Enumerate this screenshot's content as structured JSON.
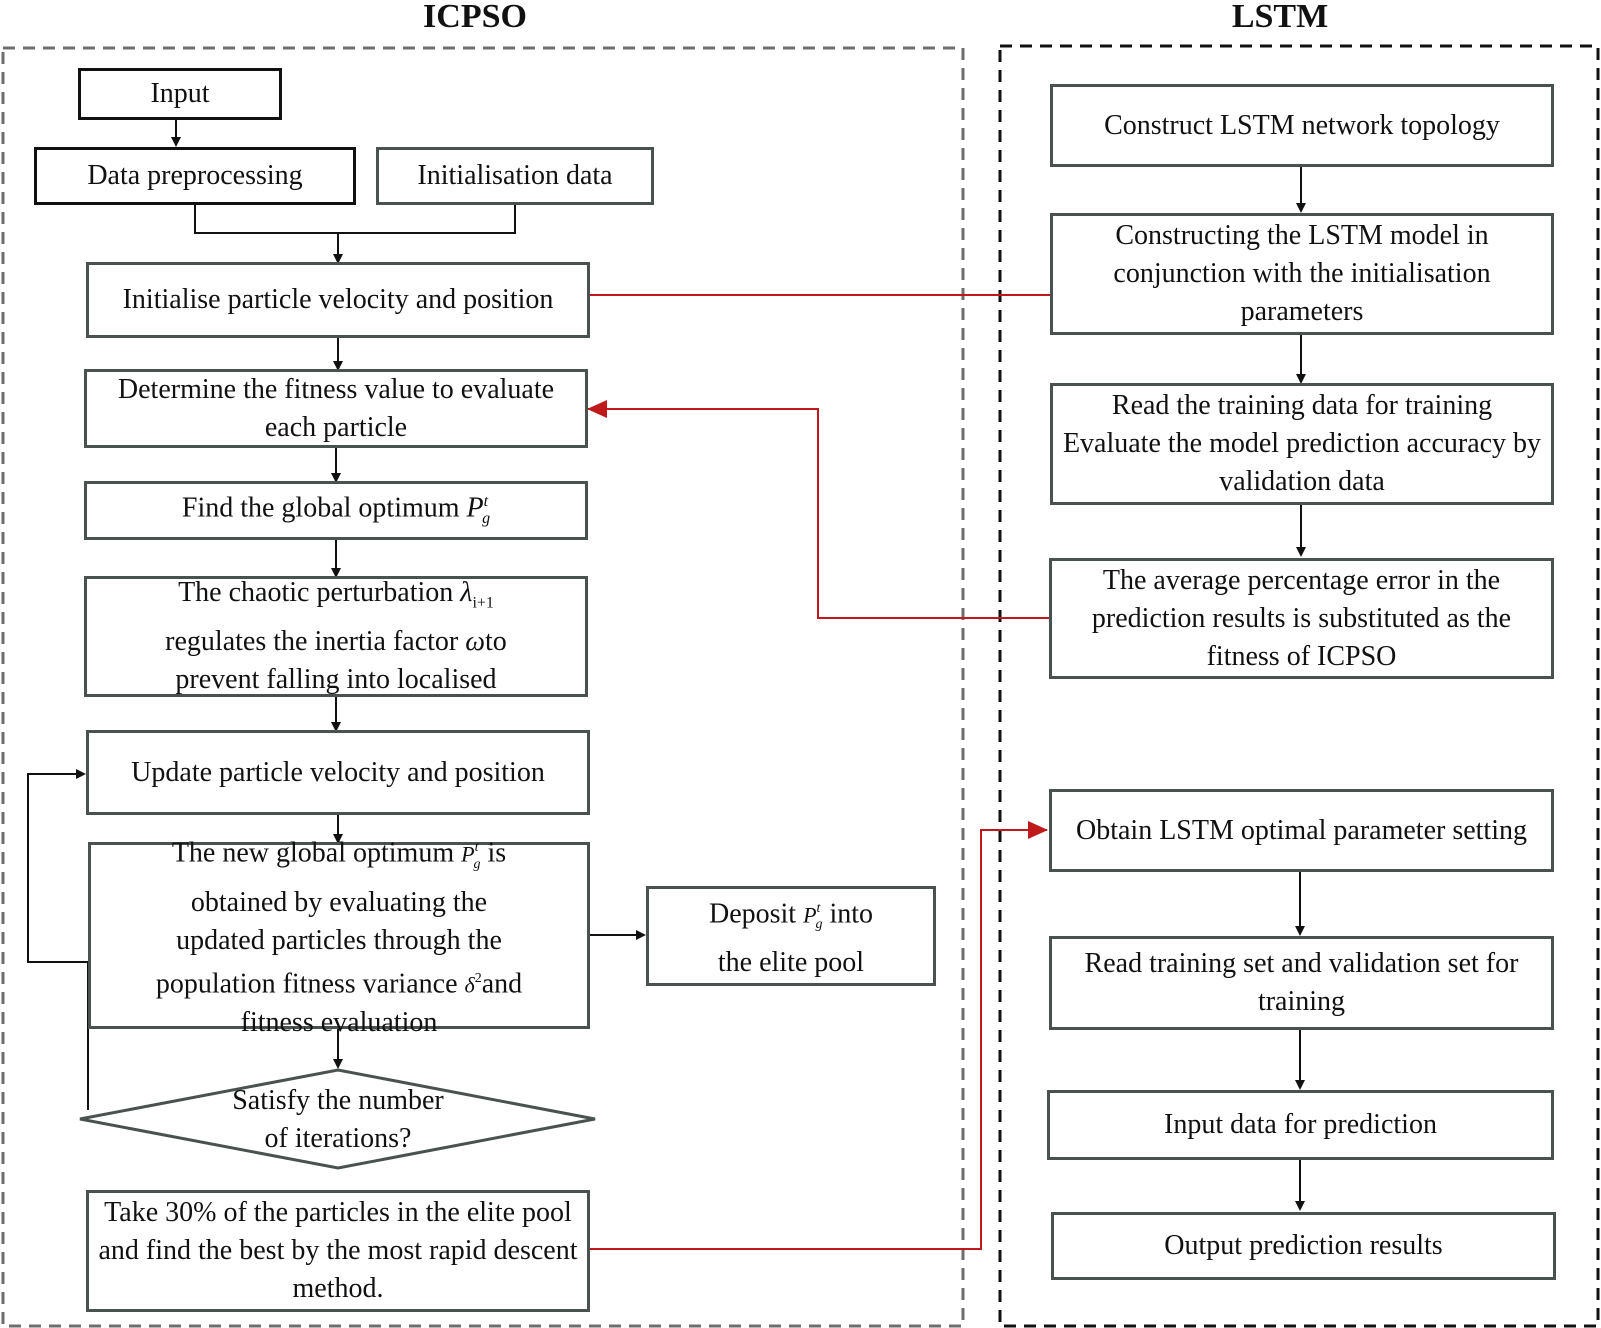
{
  "titles": {
    "left": "ICPSO",
    "right": "LSTM"
  },
  "icpso": {
    "input": "Input",
    "preprocess": "Data preprocessing",
    "init_data": "Initialisation data",
    "init_particles": "Initialise particle velocity and position",
    "fitness_eval": "Determine the fitness value to evaluate each particle",
    "global_opt_text": "Find the global optimum",
    "global_opt_sym": "P",
    "global_opt_sup": "t",
    "global_opt_sub": "g",
    "chaos_line1": "The chaotic perturbation",
    "chaos_lambda": "λ",
    "chaos_lambda_sub": "i+1",
    "chaos_line2a": "regulates the inertia factor",
    "chaos_omega": "ω",
    "chaos_line2b": "to",
    "chaos_line3": "prevent falling into localised",
    "update_particles": "Update particle velocity and position",
    "new_opt_a": "The new global optimum",
    "new_opt_b": "is",
    "new_opt_line2": "obtained by evaluating the",
    "new_opt_line3": "updated particles through the",
    "new_opt_line4a": "population fitness variance",
    "new_opt_delta": "δ",
    "new_opt_sq": "2",
    "new_opt_line4b": "and",
    "new_opt_line5": "fitness evaluation",
    "deposit_a": "Deposit",
    "deposit_b": "into",
    "deposit_line2": "the elite pool",
    "decision_line1": "Satisfy the number",
    "decision_line2": "of iterations?",
    "elite_take": "Take 30% of the particles in the elite pool and find the best by the most rapid descent method."
  },
  "lstm": {
    "construct_topology": "Construct LSTM network topology",
    "construct_model": "Constructing the LSTM model in conjunction with the initialisation parameters",
    "read_training_line1": "Read the training data for training",
    "read_training_line2": "Evaluate the model prediction accuracy by validation data",
    "avg_error": "The average percentage error in the prediction results is substituted as the fitness of  ICPSO",
    "optimal_params": "Obtain LSTM optimal parameter setting",
    "read_sets": "Read training set and validation set for training",
    "input_predict": "Input data for prediction",
    "output_results": "Output prediction results"
  },
  "colors": {
    "box_border": "#4a5250",
    "arrow": "#111111",
    "feedback": "#c0191c",
    "frame": "#6e6e6e"
  }
}
